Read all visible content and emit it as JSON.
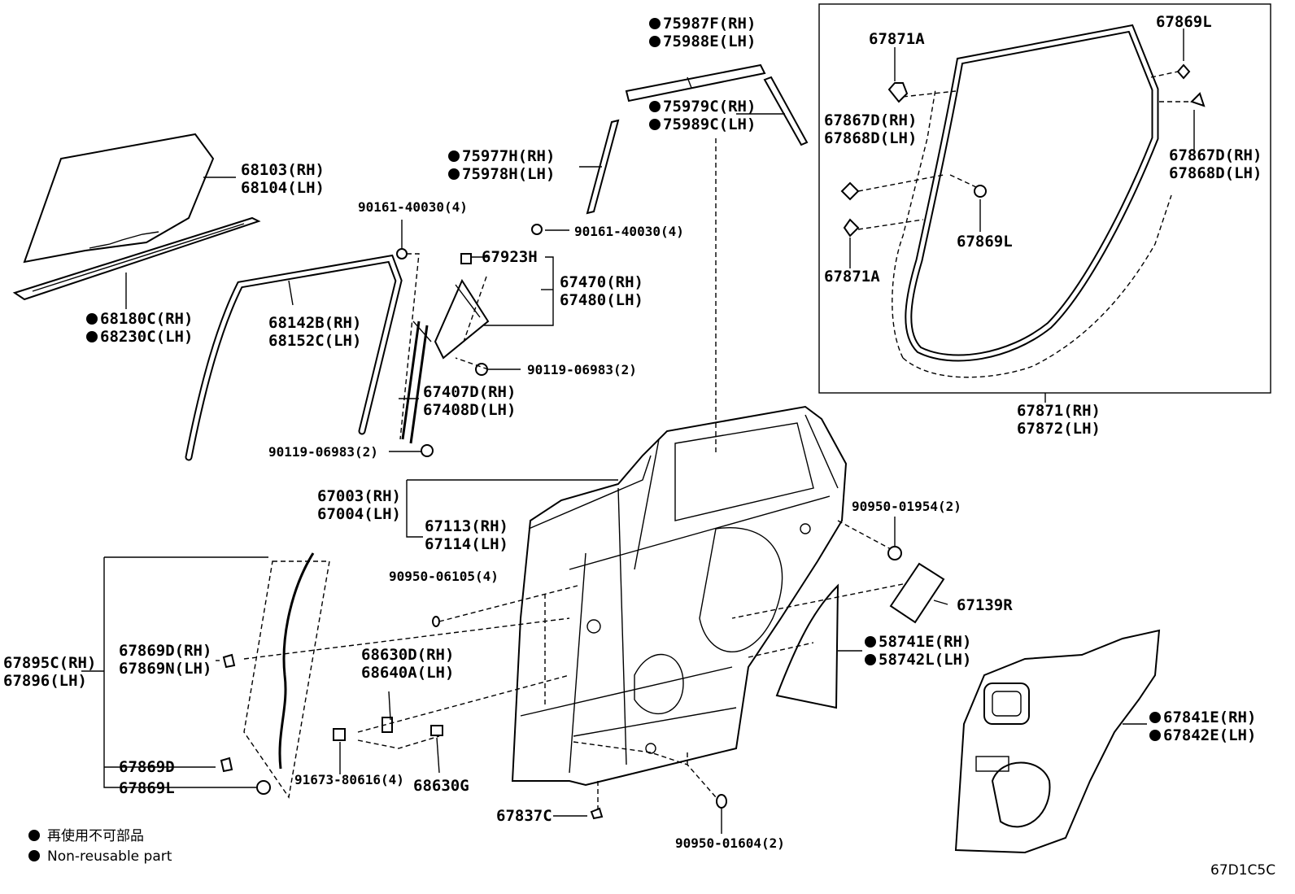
{
  "callouts": [
    {
      "id": "c1",
      "lines": [
        "75987F(RH)",
        "75988E(LH)"
      ],
      "nr": true
    },
    {
      "id": "c2",
      "lines": [
        "75979C(RH)",
        "75989C(LH)"
      ],
      "nr": true
    },
    {
      "id": "c3",
      "lines": [
        "75977H(RH)",
        "75978H(LH)"
      ],
      "nr": true
    },
    {
      "id": "c4",
      "lines": [
        "68103(RH)",
        "68104(LH)"
      ],
      "nr": false
    },
    {
      "id": "c5",
      "lines": [
        "90161-40030(4)"
      ],
      "nr": false
    },
    {
      "id": "c6",
      "lines": [
        "90161-40030(4)"
      ],
      "nr": false
    },
    {
      "id": "c7",
      "lines": [
        "67923H"
      ],
      "nr": false
    },
    {
      "id": "c8",
      "lines": [
        "67470(RH)",
        "67480(LH)"
      ],
      "nr": false
    },
    {
      "id": "c9",
      "lines": [
        "68180C(RH)",
        "68230C(LH)"
      ],
      "nr": true
    },
    {
      "id": "c10",
      "lines": [
        "68142B(RH)",
        "68152C(LH)"
      ],
      "nr": false
    },
    {
      "id": "c11",
      "lines": [
        "90119-06983(2)"
      ],
      "nr": false
    },
    {
      "id": "c12",
      "lines": [
        "67407D(RH)",
        "67408D(LH)"
      ],
      "nr": false
    },
    {
      "id": "c13",
      "lines": [
        "90119-06983(2)"
      ],
      "nr": false
    },
    {
      "id": "c14",
      "lines": [
        "67003(RH)",
        "67004(LH)"
      ],
      "nr": false
    },
    {
      "id": "c15",
      "lines": [
        "67113(RH)",
        "67114(LH)"
      ],
      "nr": false
    },
    {
      "id": "c16",
      "lines": [
        "90950-06105(4)"
      ],
      "nr": false
    },
    {
      "id": "c17",
      "lines": [
        "90950-01954(2)"
      ],
      "nr": false
    },
    {
      "id": "c18",
      "lines": [
        "67139R"
      ],
      "nr": false
    },
    {
      "id": "c19",
      "lines": [
        "58741E(RH)",
        "58742L(LH)"
      ],
      "nr": true
    },
    {
      "id": "c20",
      "lines": [
        "67841E(RH)",
        "67842E(LH)"
      ],
      "nr": true
    },
    {
      "id": "c21",
      "lines": [
        "67895C(RH)",
        "67896(LH)"
      ],
      "nr": false
    },
    {
      "id": "c22",
      "lines": [
        "67869D(RH)",
        "67869N(LH)"
      ],
      "nr": false
    },
    {
      "id": "c23",
      "lines": [
        "67869D"
      ],
      "nr": false
    },
    {
      "id": "c24",
      "lines": [
        "67869L"
      ],
      "nr": false
    },
    {
      "id": "c25",
      "lines": [
        "68630D(RH)",
        "68640A(LH)"
      ],
      "nr": false
    },
    {
      "id": "c26",
      "lines": [
        "91673-80616(4)"
      ],
      "nr": false
    },
    {
      "id": "c27",
      "lines": [
        "68630G"
      ],
      "nr": false
    },
    {
      "id": "c28",
      "lines": [
        "67837C"
      ],
      "nr": false
    },
    {
      "id": "c29",
      "lines": [
        "90950-01604(2)"
      ],
      "nr": false
    },
    {
      "id": "c30",
      "lines": [
        "67871A"
      ],
      "nr": false
    },
    {
      "id": "c31",
      "lines": [
        "67869L"
      ],
      "nr": false
    },
    {
      "id": "c32",
      "lines": [
        "67867D(RH)",
        "67868D(LH)"
      ],
      "nr": false
    },
    {
      "id": "c33",
      "lines": [
        "67867D(RH)",
        "67868D(LH)"
      ],
      "nr": false
    },
    {
      "id": "c34",
      "lines": [
        "67869L"
      ],
      "nr": false
    },
    {
      "id": "c35",
      "lines": [
        "67871A"
      ],
      "nr": false
    },
    {
      "id": "c36",
      "lines": [
        "67871(RH)",
        "67872(LH)"
      ],
      "nr": false
    }
  ],
  "legend": {
    "jp": "再使用不可部品",
    "en": "Non-reusable part"
  },
  "diagram_code": "67D1C5C"
}
